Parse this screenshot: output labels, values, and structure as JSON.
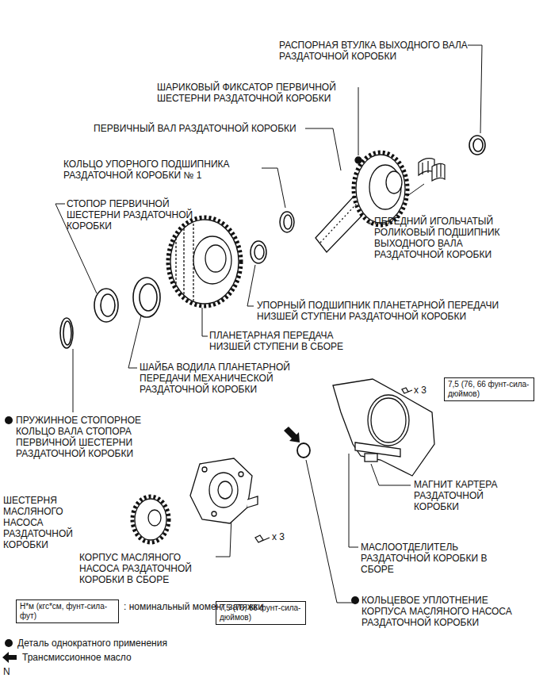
{
  "diagram": {
    "nodes": [
      {
        "text": [
          "7,5 (76, 66 фунт-сила-дюймов)"
        ]
      },
      {
        "text": [
          "Н*м (кгс*см, фунт-сила-фут)"
        ]
      },
      {
        "text": [
          "7,5 (76, 66 фунт-сила-дюймов)"
        ]
      }
    ],
    "labels": [
      "РАСПОРНАЯ ВТУЛКА ВЫХОДНОГО ВАЛА РАЗДАТОЧНОЙ КОРОБКИ",
      "ШАРИКОВЫЙ ФИКСАТОР ПЕРВИЧНОЙ ШЕСТЕРНИ РАЗДАТОЧНОЙ КОРОБКИ",
      "ПЕРВИЧНЫЙ ВАЛ РАЗДАТОЧНОЙ КОРОБКИ",
      "КОЛЬЦО УПОРНОГО ПОДШИПНИКА РАЗДАТОЧНОЙ КОРОБКИ № 1",
      "СТОПОР ПЕРВИЧНОЙ ШЕСТЕРНИ РАЗДАТОЧНОЙ КОРОБКИ",
      "ПЕРЕДНИЙ ИГОЛЬЧАТЫЙ РОЛИКОВЫЙ ПОДШИПНИК ВЫХОДНОГО ВАЛА РАЗДАТОЧНОЙ КОРОБКИ",
      "УПОРНЫЙ ПОДШИПНИК ПЛАНЕТАРНОЙ ПЕРЕДАЧИ НИЗШЕЙ СТУПЕНИ РАЗДАТОЧНОЙ КОРОБКИ",
      "ПЛАНЕТАРНАЯ ПЕРЕДАЧА НИЗШЕЙ СТУПЕНИ В СБОРЕ",
      "ШАЙБА ВОДИЛА ПЛАНЕТАРНОЙ ПЕРЕДАЧИ МЕХАНИЧЕСКОЙ РАЗДАТОЧНОЙ КОРОБКИ",
      "x 3",
      "ПРУЖИННОЕ СТОПОРНОЕ КОЛЬЦО ВАЛА СТОПОРА ПЕРВИЧНОЙ ШЕСТЕРНИ РАЗДАТОЧНОЙ КОРОБКИ",
      "МАГНИТ КАРТЕРА РАЗДАТОЧНОЙ КОРОБКИ",
      "ШЕСТЕРНЯ МАСЛЯНОГО НАСОСА РАЗДАТОЧНОЙ КОРОБКИ",
      "x 3",
      "МАСЛООТДЕЛИТЕЛЬ РАЗДАТОЧНОЙ КОРОБКИ В СБОРЕ",
      "КОРПУС МАСЛЯНОГО НАСОСА РАЗДАТОЧНОЙ КОРОБКИ В СБОРЕ",
      "КОЛЬЦЕВОЕ УПЛОТНЕНИЕ КОРПУСА МАСЛЯНОГО НАСОСА РАЗДАТОЧНОЙ КОРОБКИ",
      "N"
    ],
    "legend": [
      {
        "text": ": номинальный момент затяжки"
      },
      {
        "text": "Деталь однократного применения"
      },
      {
        "text": "Трансмиссионное масло"
      }
    ]
  }
}
